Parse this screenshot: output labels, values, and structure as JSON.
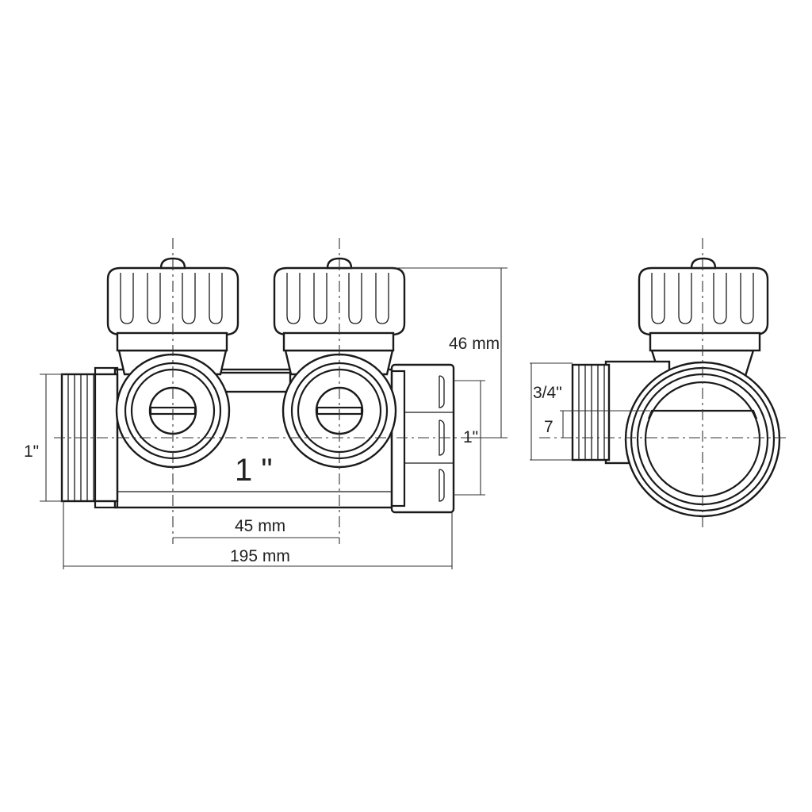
{
  "dimensions": {
    "height": "46 mm",
    "inlet_left": "1\"",
    "outlet_right": "1\"",
    "body_mark": "1 \"",
    "spacing": "45 mm",
    "overall_length": "195 mm",
    "side_branch": "3/4\"",
    "side_offset": "7"
  },
  "colors": {
    "line": "#1a1a1a",
    "background": "#ffffff"
  }
}
